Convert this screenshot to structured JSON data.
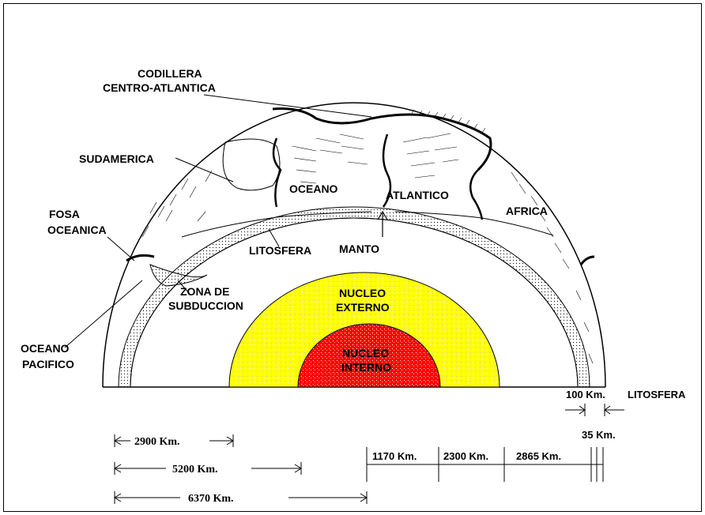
{
  "labels": {
    "ridge_line1": "CODILLERA",
    "ridge_line2": "CENTRO-ATLANTICA",
    "south_america": "SUDAMERICA",
    "trench_line1": "FOSA",
    "trench_line2": "OCEANICA",
    "ocean": "OCEANO",
    "atlantic": "ATLANTICO",
    "africa": "AFRICA",
    "lithosphere": "LITOSFERA",
    "mantle": "MANTO",
    "subduction_line1": "ZONA DE",
    "subduction_line2": "SUBDUCCION",
    "outer_core_line1": "NUCLEO",
    "outer_core_line2": "EXTERNO",
    "inner_core_line1": "NUCLEO",
    "inner_core_line2": "INTERNO",
    "pacific_line1": "OCEANO",
    "pacific_line2": "PACIFICO"
  },
  "measures": {
    "litho_thickness": "100 Km.",
    "litho_label": "LITOSFERA",
    "crust_thickness": "35 Km.",
    "depth_2900": "2900 Km.",
    "depth_5200": "5200 Km.",
    "depth_6370": "6370 Km.",
    "layer_1170": "1170 Km.",
    "layer_2300": "2300 Km.",
    "layer_2865": "2865 Km."
  },
  "colors": {
    "outer_core": "#ffff00",
    "inner_core": "#ff0000",
    "lines": "#000000"
  }
}
